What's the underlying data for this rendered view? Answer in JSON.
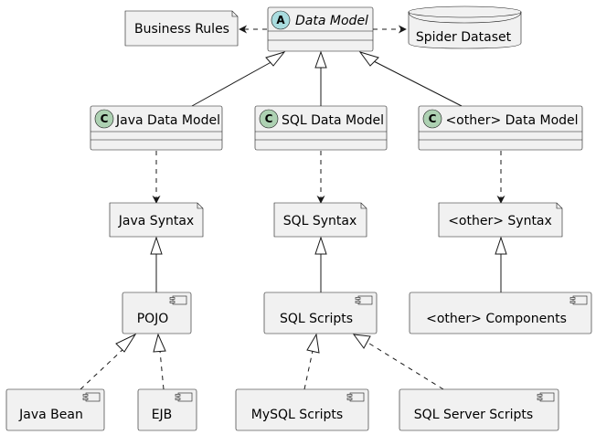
{
  "nodes": {
    "business_rules": "Business Rules",
    "data_model": "Data Model",
    "spider_dataset": "Spider Dataset",
    "java_data_model": "Java Data Model",
    "sql_data_model": "SQL Data Model",
    "other_data_model": "<other> Data Model",
    "java_syntax": "Java Syntax",
    "sql_syntax": "SQL Syntax",
    "other_syntax": "<other> Syntax",
    "pojo": "POJO",
    "sql_scripts": "SQL Scripts",
    "other_components": "<other> Components",
    "java_bean": "Java Bean",
    "ejb": "EJB",
    "mysql_scripts": "MySQL Scripts",
    "sql_server_scripts": "SQL Server Scripts"
  },
  "stereotypes": {
    "abstract_letter": "A",
    "class_letter": "C"
  },
  "colors": {
    "node_fill": "#f1f1f1",
    "border": "#181818",
    "abstract_badge": "#a9dcdf",
    "class_badge": "#add1b2"
  }
}
